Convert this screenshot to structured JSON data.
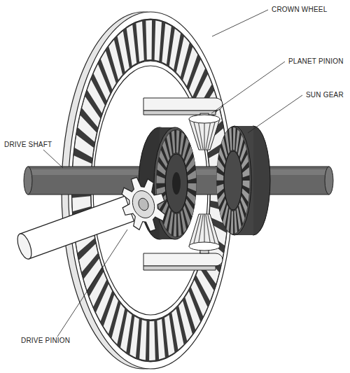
{
  "diagram": {
    "labels": [
      "CROWN WHEEL",
      "PLANET PINION",
      "SUN GEAR",
      "DRIVE SHAFT",
      "DRIVE PINION"
    ]
  }
}
